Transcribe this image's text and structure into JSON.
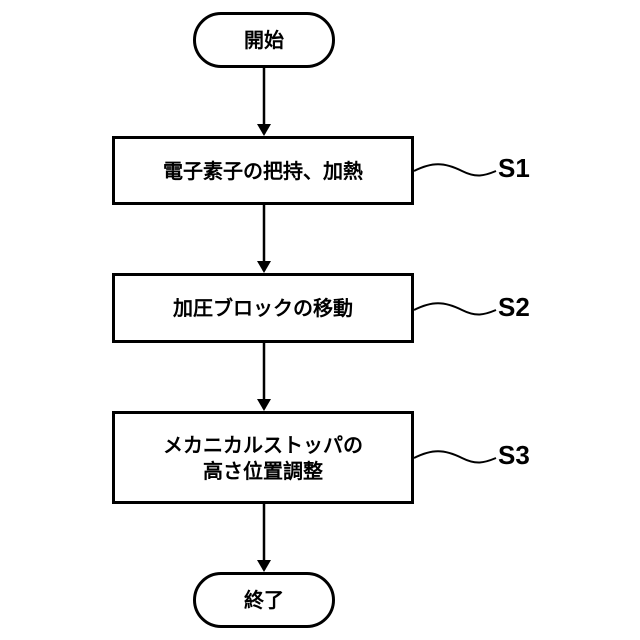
{
  "flowchart": {
    "start": {
      "label": "開始"
    },
    "steps": [
      {
        "id": "S1",
        "lines": [
          "電子素子の把持、加熱"
        ]
      },
      {
        "id": "S2",
        "lines": [
          "加圧ブロックの移動"
        ]
      },
      {
        "id": "S3",
        "lines": [
          "メカニカルストッパの",
          "高さ位置調整"
        ]
      }
    ],
    "end": {
      "label": "終了"
    }
  }
}
